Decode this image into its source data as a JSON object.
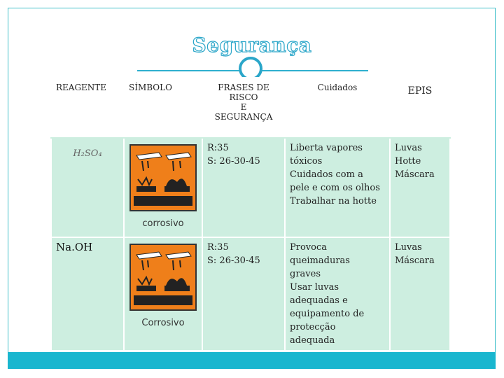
{
  "title": "Segurança",
  "headers": {
    "reagente": "REAGENTE",
    "simbolo": "SÍMBOLO",
    "frases": "FRASES DE\nRISCO\nE\nSEGURANÇA",
    "cuidados": "Cuidados",
    "epis": "EPIS"
  },
  "rows": [
    {
      "reagente": "H₂SO₄",
      "simbolo_label": "corrosivo",
      "frases": "R:35\nS: 26-30-45",
      "cuidados": "Liberta vapores\ntóxicos\nCuidados com a\npele e com os olhos\nTrabalhar na hotte",
      "epis": "Luvas\nHotte\nMáscara"
    },
    {
      "reagente": "Na.OH",
      "simbolo_label": "Corrosivo",
      "frases": "R:35\nS: 26-30-45",
      "cuidados": "Provoca\nqueimaduras\ngraves\nUsar luvas\nadequadas e\nequipamento de\nprotecção\nadequada",
      "epis": "Luvas\nMáscara"
    }
  ],
  "icons": {
    "symbol": "corrosive-hazard-icon"
  },
  "colors": {
    "accent": "#2aa6c9",
    "row_bg": "#cdeee0",
    "bar": "#19b6cf",
    "hazard": "#ef7f1a"
  }
}
